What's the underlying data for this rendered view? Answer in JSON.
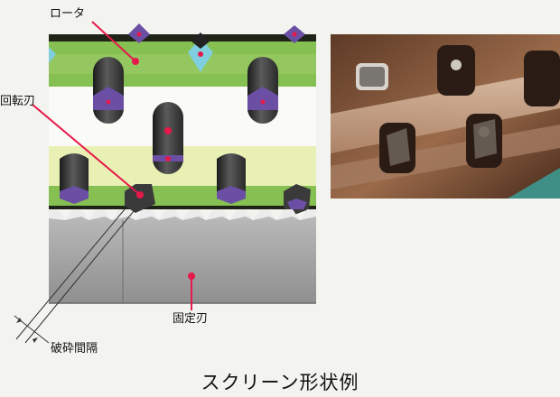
{
  "labels": {
    "rotor": "ロータ",
    "rotating_blade": "回転刃",
    "fixed_blade": "固定刃",
    "crushing_gap": "破砕間隔"
  },
  "caption": "スクリーン形状例",
  "colors": {
    "rotor_green": "#86bf52",
    "rotor_light": "#e9f0b4",
    "band_white": "#fafaf7",
    "fixed_blade_gray": "#a3a3a3",
    "cutter_purple": "#6a4fa4",
    "leader_red": "#e6194b",
    "dark_bar": "#1e2418"
  }
}
